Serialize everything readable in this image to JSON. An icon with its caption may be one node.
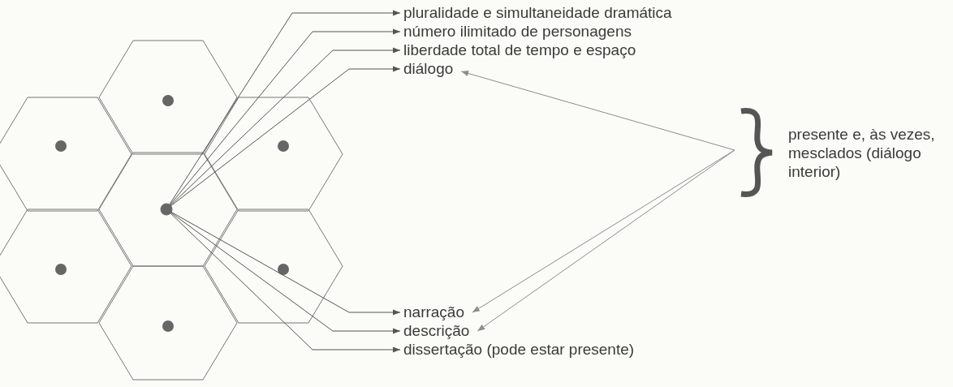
{
  "diagram": {
    "nodes": [
      {
        "text": [],
        "shape": "circle"
      },
      {
        "text": [
          "pluralidade e simultaneidade dramática"
        ]
      },
      {
        "text": [
          "número ilimitado de personagens"
        ]
      },
      {
        "text": [
          "liberdade total de tempo e espaço"
        ]
      },
      {
        "text": [
          "diálogo"
        ]
      },
      {
        "text": [
          "narração"
        ]
      },
      {
        "text": [
          "descrição"
        ]
      },
      {
        "text": [
          "dissertação (pode estar presente)"
        ]
      },
      {
        "text": [
          "presente e, às vezes, mesclados (diálogo interior)"
        ]
      }
    ],
    "edges": [
      {
        "from": 0,
        "to": 1,
        "arrow": "to"
      },
      {
        "from": 0,
        "to": 2,
        "arrow": "to"
      },
      {
        "from": 0,
        "to": 3,
        "arrow": "to"
      },
      {
        "from": 0,
        "to": 4,
        "arrow": "to"
      },
      {
        "from": 0,
        "to": 5,
        "arrow": "to"
      },
      {
        "from": 0,
        "to": 6,
        "arrow": "to"
      },
      {
        "from": 0,
        "to": 7,
        "arrow": "to"
      },
      {
        "from": 8,
        "to": 4,
        "arrow": "to",
        "color": "#8c8c8c"
      },
      {
        "from": 8,
        "to": 5,
        "arrow": "to",
        "color": "#8c8c8c"
      },
      {
        "from": 8,
        "to": 6,
        "arrow": "to",
        "color": "#8c8c8c"
      }
    ]
  }
}
